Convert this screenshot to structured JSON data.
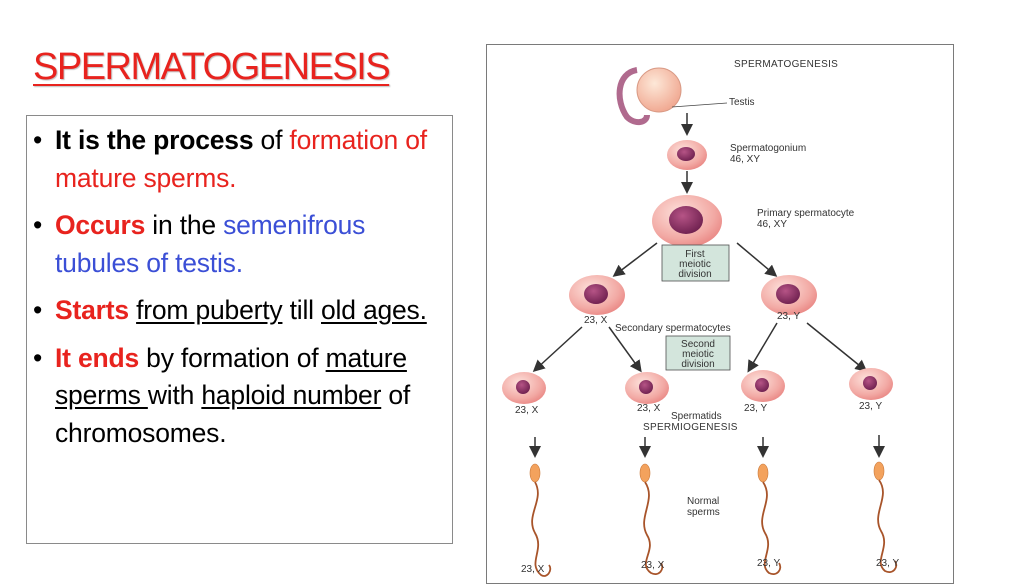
{
  "title": "SPERMATOGENESIS",
  "bullets": [
    {
      "parts": [
        "It is the process",
        " of ",
        "formation of mature sperms."
      ]
    },
    {
      "parts": [
        "Occurs",
        " in the ",
        "semenifrous tubules of testis."
      ]
    },
    {
      "parts": [
        "Starts",
        " ",
        "from puberty",
        " till ",
        "old ages."
      ]
    },
    {
      "parts": [
        "It ends",
        " by formation of ",
        "mature sperms ",
        "with ",
        "haploid number",
        " of chromosomes."
      ]
    }
  ],
  "diagram": {
    "title": "SPERMATOGENESIS",
    "testis": "Testis",
    "spermatogonium": "Spermatogonium",
    "spermatogonium_karyotype": "46, XY",
    "primary": "Primary spermatocyte",
    "primary_karyotype": "46, XY",
    "first_division": [
      "First",
      "meiotic",
      "division"
    ],
    "secondary_left": "23, X",
    "secondary_right": "23, Y",
    "secondary_label": "Secondary spermatocytes",
    "second_division": [
      "Second",
      "meiotic",
      "division"
    ],
    "spermatids": [
      "23, X",
      "23, X",
      "23, Y",
      "23, Y"
    ],
    "spermatids_label": "Spermatids",
    "spermiogenesis": "SPERMIOGENESIS",
    "normal_sperms": [
      "Normal",
      "sperms"
    ],
    "sperms": [
      "23, X",
      "23, X",
      "23, Y",
      "23, Y"
    ]
  },
  "colors": {
    "title": "#e8231e",
    "red": "#e8231e",
    "blue": "#3b4fd6",
    "cell": "#f0a7a4",
    "nucleus": "#8e2f63"
  }
}
